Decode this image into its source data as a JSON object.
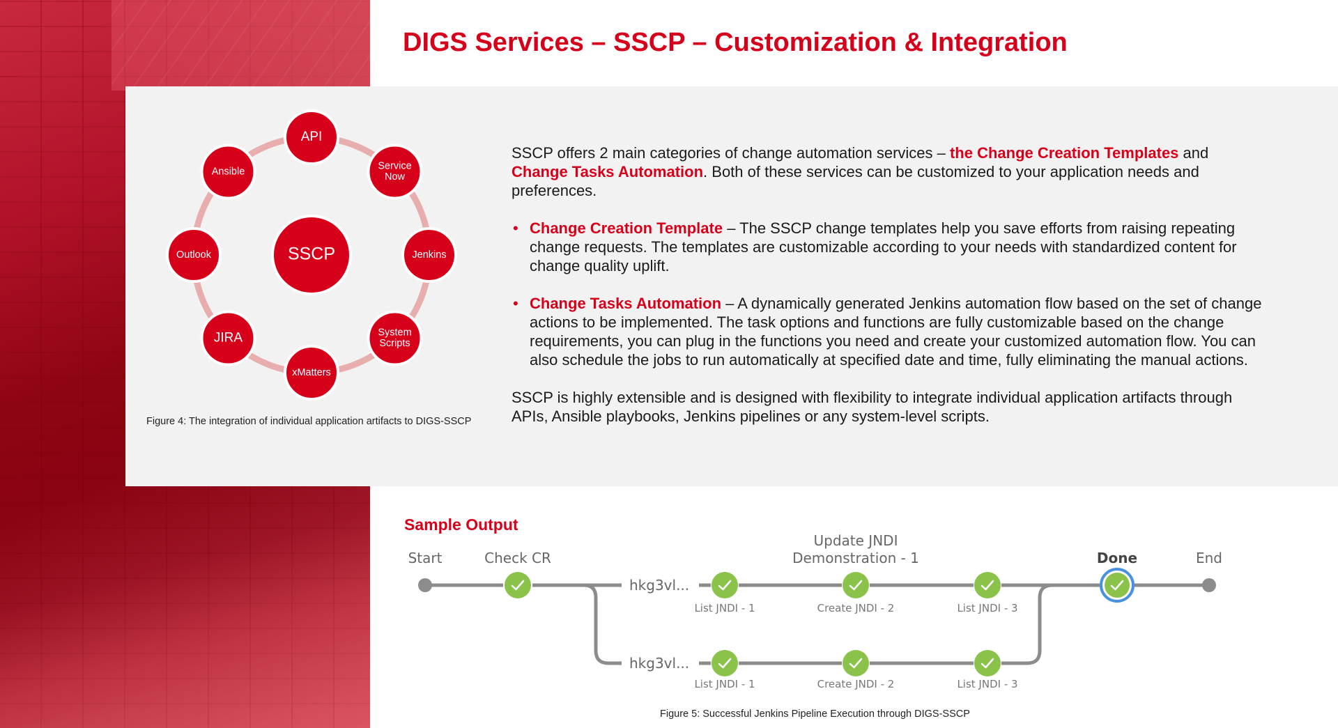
{
  "title": "DIGS Services – SSCP – Customization & Integration",
  "integration_diagram": {
    "center": "SSCP",
    "nodes": [
      {
        "label_lines": [
          "API"
        ],
        "big": true
      },
      {
        "label_lines": [
          "Service",
          "Now"
        ],
        "big": false
      },
      {
        "label_lines": [
          "Jenkins"
        ],
        "big": false
      },
      {
        "label_lines": [
          "System",
          "Scripts"
        ],
        "big": false
      },
      {
        "label_lines": [
          "xMatters"
        ],
        "big": false
      },
      {
        "label_lines": [
          "JIRA"
        ],
        "big": true
      },
      {
        "label_lines": [
          "Outlook"
        ],
        "big": false
      },
      {
        "label_lines": [
          "Ansible"
        ],
        "big": false
      }
    ],
    "caption": "Figure 4: The integration of individual application artifacts to DIGS-SSCP"
  },
  "body": {
    "intro": {
      "pre": "SSCP offers 2 main categories of change automation services – ",
      "hl1": "the Change Creation Templates",
      "mid": " and ",
      "hl2": "Change Tasks Automation",
      "post": ". Both of these services can be customized to your application needs and preferences."
    },
    "bullets": [
      {
        "bullet": "•",
        "heading": "Change Creation Template",
        "text": " – The SSCP change templates help you save efforts from raising repeating change requests. The templates are customizable according to your needs with standardized content for change quality uplift."
      },
      {
        "bullet": "•",
        "heading": "Change Tasks Automation",
        "text": " – A dynamically generated Jenkins automation flow based on the set of change actions to be implemented. The task options and functions are fully customizable based on the change requirements, you can plug in the functions you need and create your customized automation flow. You can also schedule the jobs to run automatically at specified date and time, fully eliminating the manual actions."
      }
    ],
    "closing": "SSCP is highly extensible and is designed with flexibility to integrate individual application artifacts through APIs, Ansible playbooks, Jenkins pipelines or any system-level scripts."
  },
  "sample_output": {
    "heading": "Sample Output",
    "stages": {
      "start": "Start",
      "check_cr": "Check CR",
      "update_line1": "Update JNDI",
      "update_line2": "Demonstration - 1",
      "done": "Done",
      "end": "End"
    },
    "branches": [
      {
        "name": "hkg3vl...",
        "steps": [
          "List JNDI - 1",
          "Create JNDI - 2",
          "List JNDI - 3"
        ],
        "status": [
          "success",
          "success",
          "success"
        ]
      },
      {
        "name": "hkg3vl...",
        "steps": [
          "List JNDI - 1",
          "Create JNDI - 2",
          "List JNDI - 3"
        ],
        "status": [
          "success",
          "success",
          "success"
        ]
      }
    ],
    "caption": "Figure 5: Successful Jenkins Pipeline Execution through DIGS-SSCP"
  },
  "colors": {
    "brand_red": "#d7001a",
    "ring": "#e8aeae",
    "panel": "#f2f2f2",
    "success_green": "#8bc34a",
    "done_ring_blue": "#4a90e2",
    "pipeline_gray": "#8c8c8c"
  }
}
